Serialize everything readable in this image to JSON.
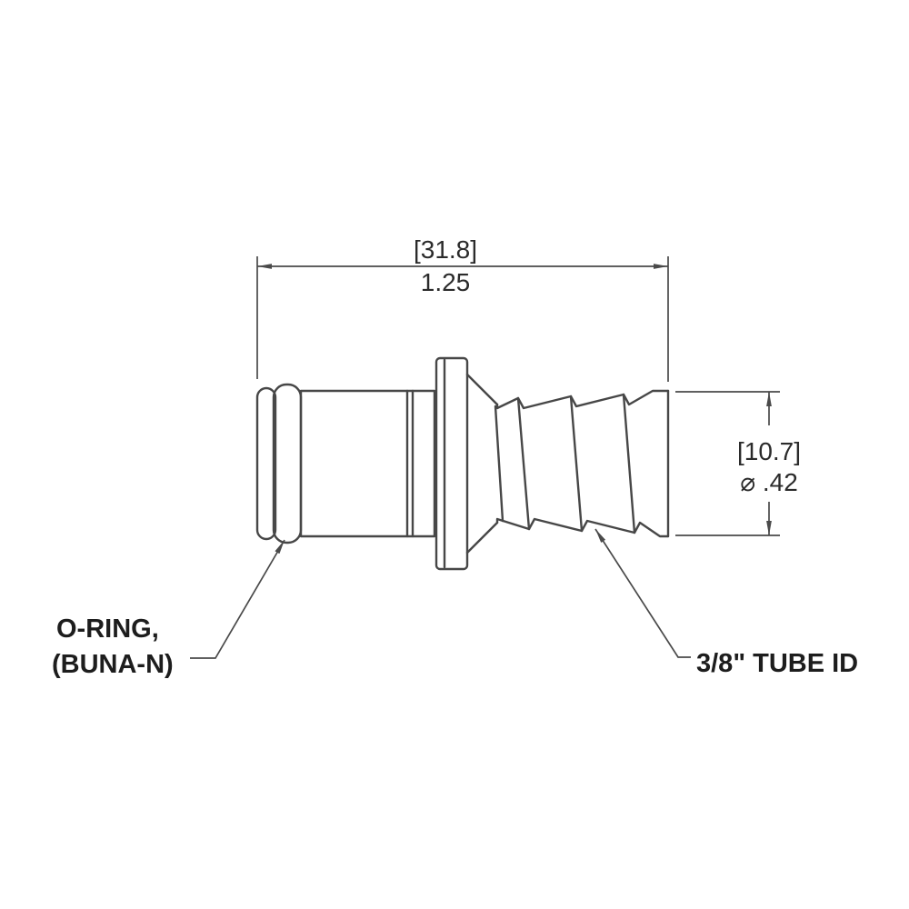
{
  "dimensions": {
    "length_mm": "[31.8]",
    "length_in": "1.25",
    "diameter_mm": "[10.7]",
    "diameter_in": "⌀ .42"
  },
  "labels": {
    "oring_line1": "O-RING,",
    "oring_line2": "(BUNA-N)",
    "tube_id": "3/8\" TUBE ID"
  },
  "colors": {
    "line": "#474747",
    "dimension_line": "#4a4a4a",
    "text": "#1d1d1d",
    "background": "#ffffff"
  }
}
